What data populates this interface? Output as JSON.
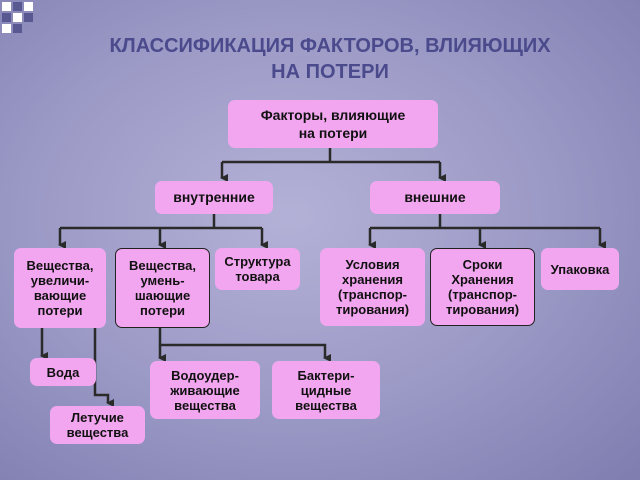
{
  "title_lines": [
    "КЛАССИФИКАЦИЯ ФАКТОРОВ, ВЛИЯЮЩИХ",
    "НА ПОТЕРИ"
  ],
  "nodes": {
    "root": "Факторы, влияющие\nна потери",
    "internal": "внутренние",
    "external": "внешние",
    "increasing": "Вещества,\nувеличи-\nвающие\nпотери",
    "decreasing": "Вещества,\nумень-\nшающие\nпотери",
    "structure": "Структура\nтовара",
    "storage": "Условия\nхранения\n(транспор-\nтирования)",
    "terms": "Сроки\nХранения\n(транспор-\nтирования)",
    "packaging": "Упаковка",
    "water": "Вода",
    "volatile": "Летучие\nвещества",
    "water_retaining": "Водоудер-\nживающие\nвещества",
    "bactericidal": "Бактери-\nцидные\nвещества"
  },
  "colors": {
    "title": "#4b4a8c",
    "box": "#f2a6f0",
    "connector": "#2a2a2a",
    "background": "#a9a7d0"
  }
}
